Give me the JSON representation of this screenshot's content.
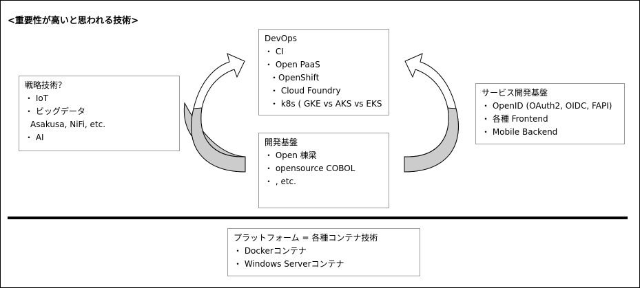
{
  "heading": "<重要性が高いと思われる技術>",
  "left_box": {
    "title": "戦略技術？",
    "items": [
      "・ IoT",
      "・ ビッグデータ",
      "Asakusa, NiFi, etc.",
      "・ AI"
    ]
  },
  "devops_box": {
    "title": "DevOps",
    "items": [
      "・ CI",
      "・ Open PaaS",
      "・OpenShift",
      "・ Cloud Foundry",
      "・ k8s ( GKE vs AKS vs EKS"
    ]
  },
  "dev_platform_box": {
    "title": "開発基盤",
    "items": [
      "・ Open 棟梁",
      "・ opensource COBOL",
      "・ , etc."
    ]
  },
  "service_box": {
    "title": "サービス開発基盤",
    "items": [
      "・ OpenID (OAuth2, OIDC, FAPI)",
      "・ 各種 Frontend",
      "・ Mobile Backend"
    ]
  },
  "platform_box": {
    "title": "プラットフォーム = 各種コンテナ技術",
    "items": [
      "・ Dockerコンテナ",
      "・ Windows Serverコンテナ"
    ]
  },
  "colors": {
    "arrow_fill_light": "#ffffff",
    "arrow_fill_shadow": "#cccccc",
    "box_border": "#9a9a9a",
    "divider": "#000000"
  }
}
